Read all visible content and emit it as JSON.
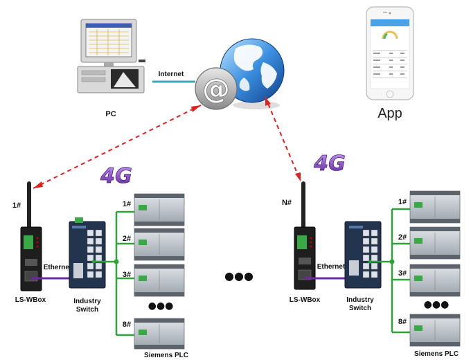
{
  "labels": {
    "pc": "PC",
    "internet": "Internet",
    "app": "App",
    "four_g": "4G",
    "ethernet": "Ethernet",
    "lswbox": "LS-WBox",
    "switch_line1": "Industry",
    "switch_line2": "Switch",
    "plc_group": "Siemens PLC",
    "site1_id": "1#",
    "siteN_id": "N#",
    "plc_ids": [
      "1#",
      "2#",
      "3#",
      "8#"
    ],
    "dots": "●●●"
  },
  "colors": {
    "wireless_link": "#e0201c",
    "internet_link": "#3aa7b8",
    "ethernet_link": "#6a2b9a",
    "plc_bus": "#2fa33a",
    "four_g": "#7d3bb8"
  }
}
